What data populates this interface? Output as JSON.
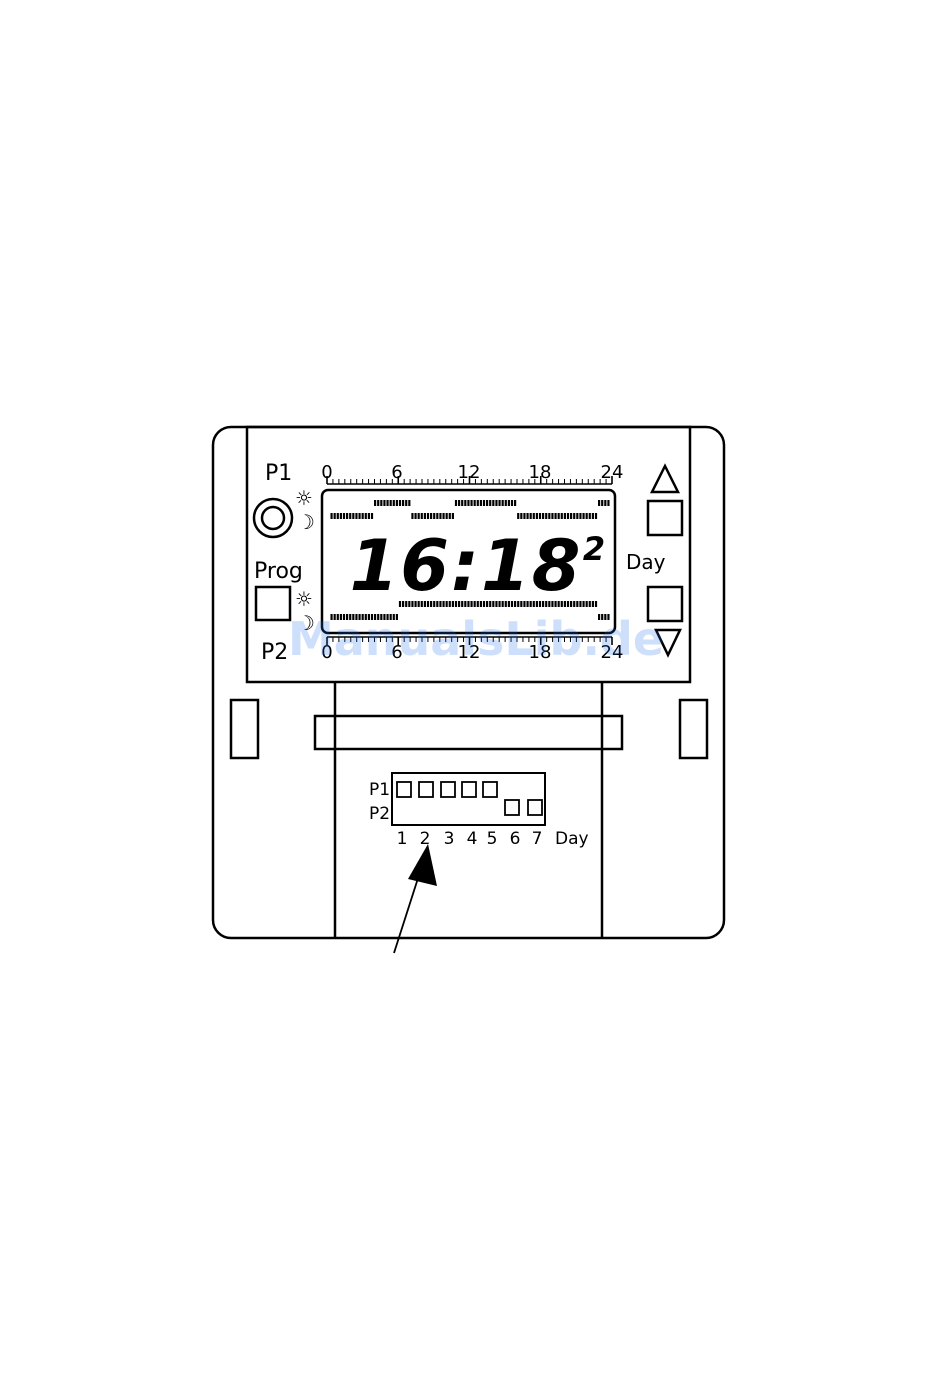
{
  "device": {
    "program1_label": "P1",
    "program2_label": "P2",
    "prog_button_label": "Prog",
    "day_button_label": "Day",
    "sun_symbol": "☼",
    "moon_symbol": "☽",
    "up_arrow_symbol": "△",
    "down_arrow_symbol": "▽"
  },
  "display": {
    "time": "16:18",
    "day_number": "2",
    "top_scale_ticks": [
      "0",
      "6",
      "12",
      "18",
      "24"
    ],
    "bottom_scale_ticks": [
      "0",
      "6",
      "12",
      "18",
      "24"
    ],
    "top_bar_segments": [
      1,
      1,
      1,
      1,
      1,
      1,
      1,
      1,
      1,
      1,
      1,
      1,
      1,
      1,
      0,
      0,
      0,
      0,
      0,
      0,
      0,
      0,
      0,
      0,
      0,
      0,
      1,
      1,
      1,
      1,
      1,
      1,
      1,
      1,
      1,
      1,
      1,
      1,
      1,
      1,
      0,
      0,
      0,
      0,
      0,
      0,
      0,
      0,
      0,
      0,
      0,
      0,
      0,
      0,
      0,
      0,
      0,
      0,
      0,
      0,
      1,
      1,
      1,
      1,
      1,
      1,
      1,
      1,
      1,
      1,
      1,
      1,
      1,
      1,
      1,
      1,
      1,
      1,
      1,
      1,
      1,
      1,
      1,
      1,
      1,
      1,
      0,
      0,
      0,
      0
    ],
    "bottom_bar_segments": [
      1,
      1,
      1,
      1,
      1,
      1,
      1,
      1,
      1,
      1,
      1,
      1,
      1,
      1,
      1,
      1,
      1,
      1,
      1,
      1,
      1,
      1,
      0,
      0,
      0,
      0,
      0,
      0,
      0,
      0,
      0,
      0,
      0,
      0,
      0,
      0,
      0,
      0,
      0,
      0,
      0,
      0,
      0,
      0,
      0,
      0,
      0,
      0,
      0,
      0,
      0,
      0,
      0,
      0,
      0,
      0,
      0,
      0,
      0,
      0,
      0,
      0,
      0,
      0,
      0,
      0,
      0,
      0,
      0,
      0,
      0,
      0,
      0,
      0,
      0,
      0,
      0,
      0,
      0,
      0,
      0,
      0,
      0,
      0,
      0,
      0,
      1,
      1,
      1,
      1
    ]
  },
  "day_selector": {
    "row1_label": "P1",
    "row2_label": "P2",
    "day_numbers": [
      "1",
      "2",
      "3",
      "4",
      "5",
      "6",
      "7"
    ],
    "day_label": "Day",
    "p1_days": [
      1,
      2,
      3,
      4,
      5
    ],
    "p2_days": [
      6,
      7
    ]
  },
  "watermark": "ManualsLib.de"
}
